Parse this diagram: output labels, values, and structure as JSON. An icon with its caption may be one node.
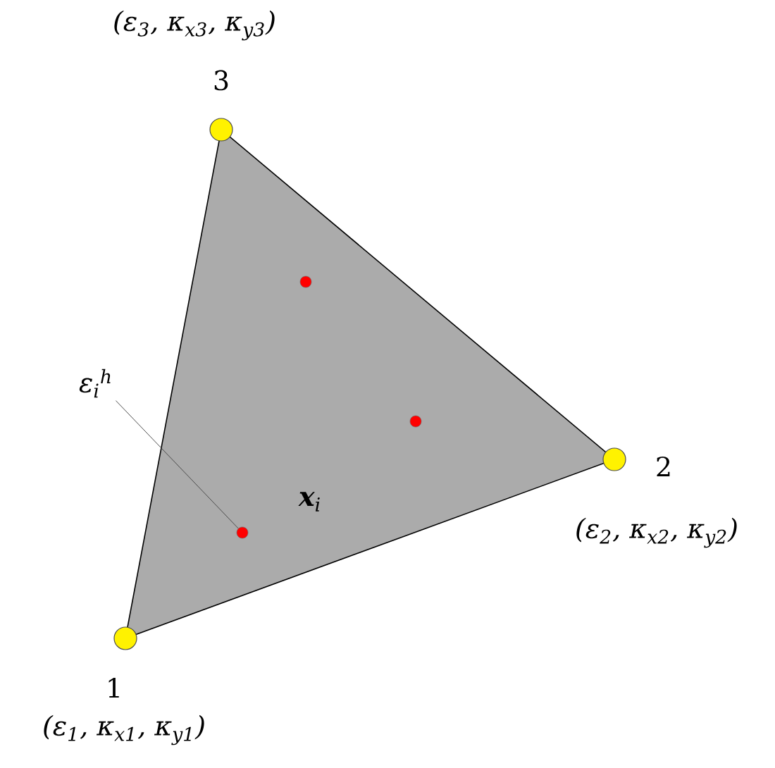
{
  "diagram": {
    "nodes": [
      {
        "text": [
          "ε$_{i}$$^{h}$"
        ]
      },
      {
        "text": [],
        "shape": "circle"
      }
    ],
    "edges": [
      {
        "from": 0,
        "to": 1,
        "arrow": "none"
      }
    ],
    "labels": [
      "(ε$_{3}$, κ$_{x3}$, κ$_{y3}$)",
      "3",
      "2",
      "**x**$_{i}$",
      "(ε$_{2}$, κ$_{x2}$, κ$_{y2}$)",
      "1",
      "(ε$_{1}$, κ$_{x1}$, κ$_{y1}$)"
    ]
  }
}
